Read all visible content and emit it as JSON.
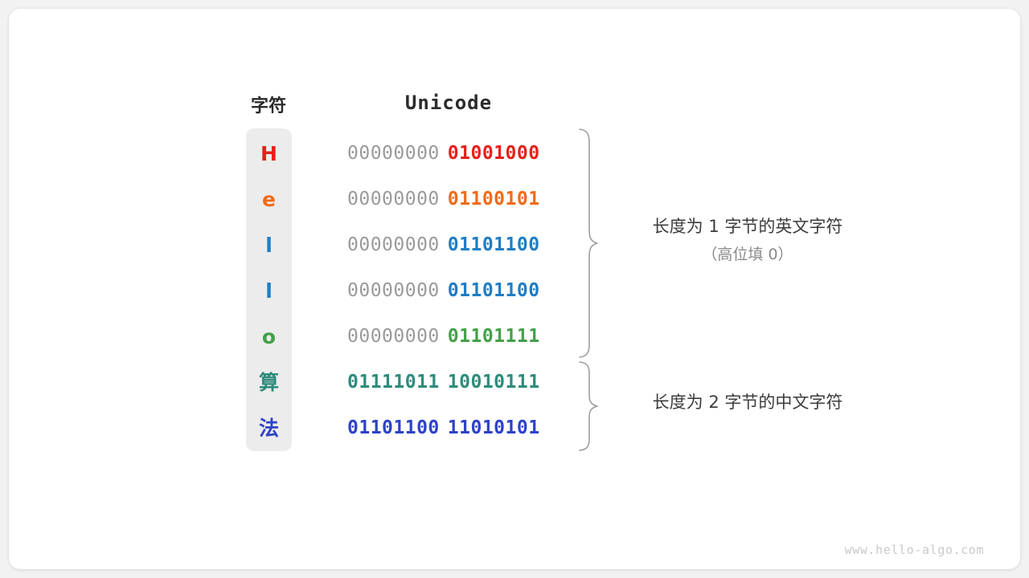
{
  "figure": {
    "background_color": "#f2f2f2",
    "card_color": "#ffffff",
    "char_column_color": "#ececec",
    "hi_byte_color": "#9a9a9a",
    "brace_color": "#9e9e9e"
  },
  "headers": {
    "char": "字符",
    "unicode": "Unicode"
  },
  "rows": [
    {
      "char": "H",
      "color": "#e8201a",
      "hi": "00000000",
      "lo": "01001000"
    },
    {
      "char": "e",
      "color": "#ef6c1a",
      "hi": "00000000",
      "lo": "01100101"
    },
    {
      "char": "l",
      "color": "#1f7dc4",
      "hi": "00000000",
      "lo": "01101100"
    },
    {
      "char": "l",
      "color": "#1f7dc4",
      "hi": "00000000",
      "lo": "01101100"
    },
    {
      "char": "o",
      "color": "#44a049",
      "hi": "00000000",
      "lo": "01101111"
    },
    {
      "char": "算",
      "color": "#2e8b7c",
      "hi": "01111011",
      "lo": "10010111"
    },
    {
      "char": "法",
      "color": "#2d42c8",
      "hi": "01101100",
      "lo": "11010101"
    }
  ],
  "annotations": [
    {
      "main": "长度为 1 字节的英文字符",
      "sub": "（高位填 0）"
    },
    {
      "main": "长度为 2 字节的中文字符",
      "sub": ""
    }
  ],
  "watermark": "www.hello-algo.com"
}
